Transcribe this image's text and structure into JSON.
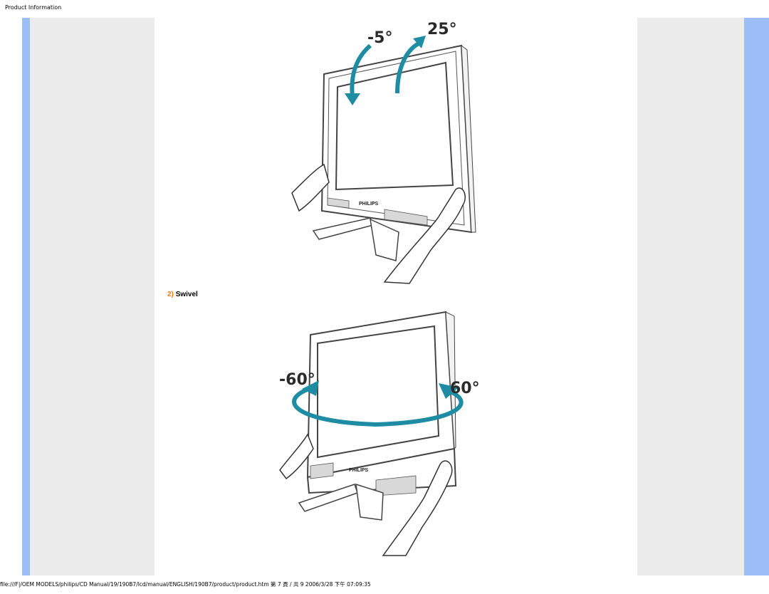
{
  "header": {
    "title": "Product Information"
  },
  "figures": {
    "tilt": {
      "minus_label": "-5°",
      "plus_label": "25°",
      "brand": "PHILIPS"
    },
    "swivel": {
      "minus_label": "-60°",
      "plus_label": "60°",
      "brand": "PHILIPS"
    }
  },
  "section": {
    "number": "2)",
    "title": "Swivel"
  },
  "footer": {
    "path": "file:///F|/OEM MODELS/philips/CD Manual/19/190B7/lcd/manual/ENGLISH/190B7/product/product.htm 第 7 頁 / 共 9 2006/3/28 下午 07:09:35"
  },
  "colors": {
    "accent_blue": "#9dbdf7",
    "panel_gray": "#ececec",
    "arrow_teal": "#1e8ca3",
    "heading_orange": "#f07c00"
  }
}
